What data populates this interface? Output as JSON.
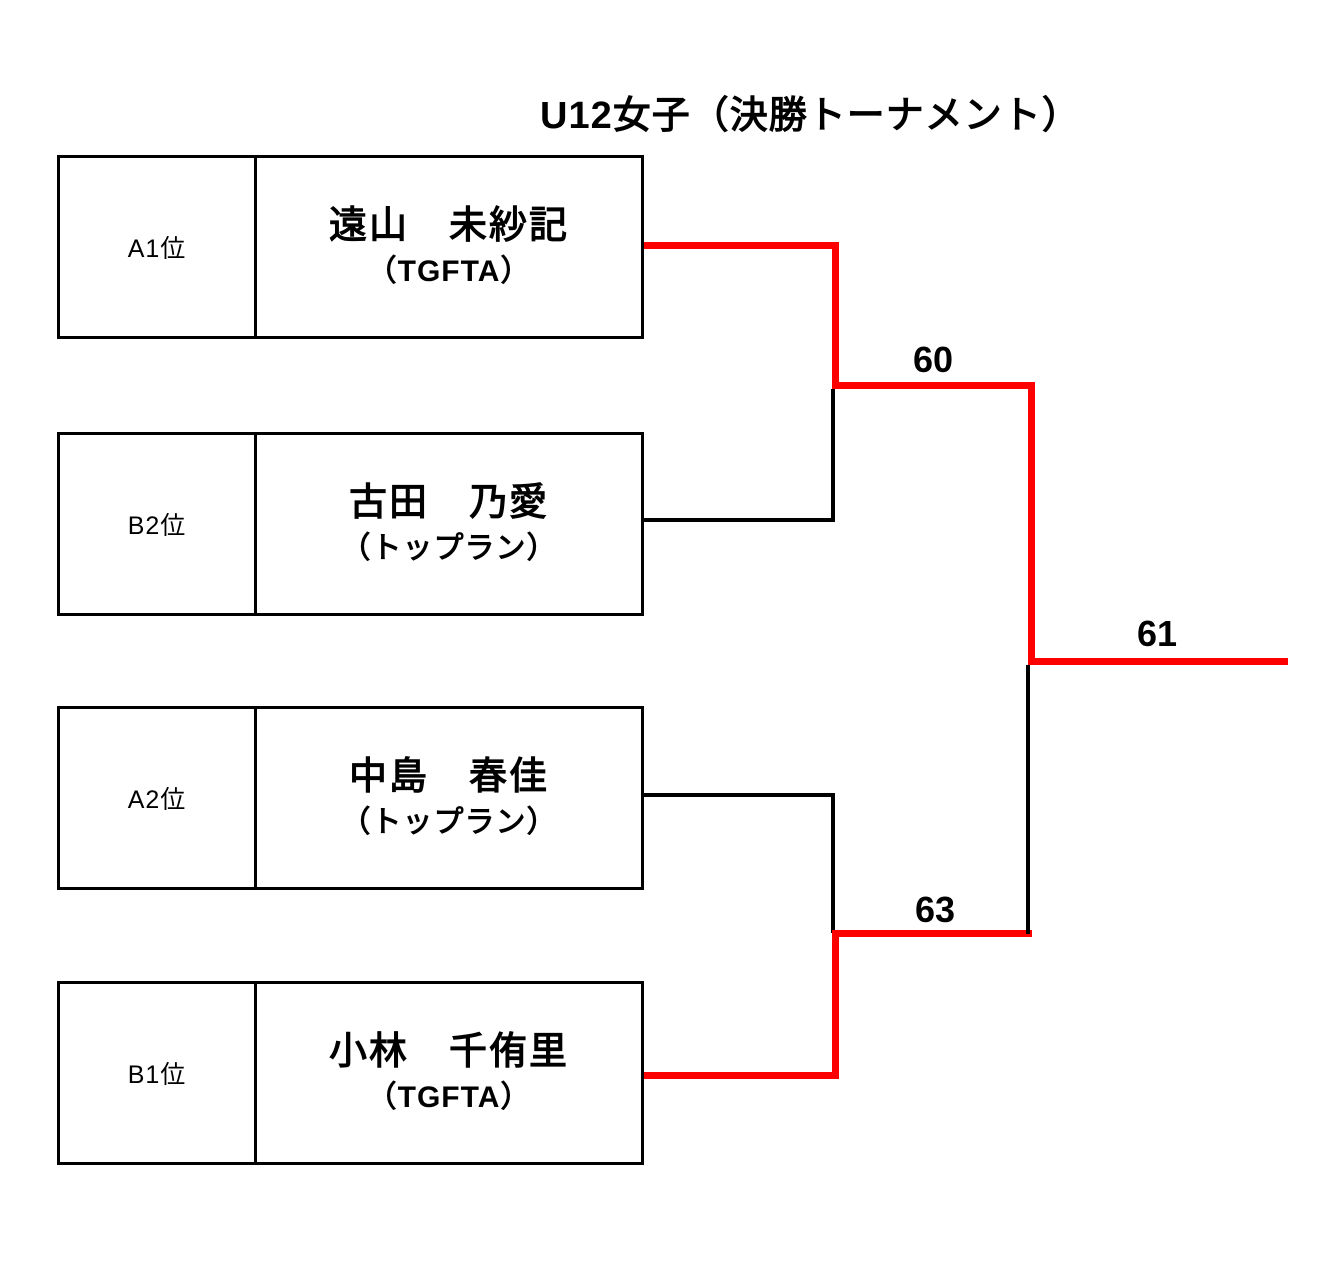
{
  "title": "U12女子（決勝トーナメント）",
  "colors": {
    "winner_path": "#ff0000",
    "line": "#000000",
    "background": "#ffffff",
    "text": "#000000"
  },
  "bracket": {
    "entries": [
      {
        "seed": "A1位",
        "name": "遠山　未紗記",
        "club": "（TGFTA）"
      },
      {
        "seed": "B2位",
        "name": "古田　乃愛",
        "club": "（トップラン）"
      },
      {
        "seed": "A2位",
        "name": "中島　春佳",
        "club": "（トップラン）"
      },
      {
        "seed": "B1位",
        "name": "小林　千侑里",
        "club": "（TGFTA）"
      }
    ],
    "matches": [
      {
        "number": "60"
      },
      {
        "number": "63"
      },
      {
        "number": "61"
      }
    ]
  }
}
